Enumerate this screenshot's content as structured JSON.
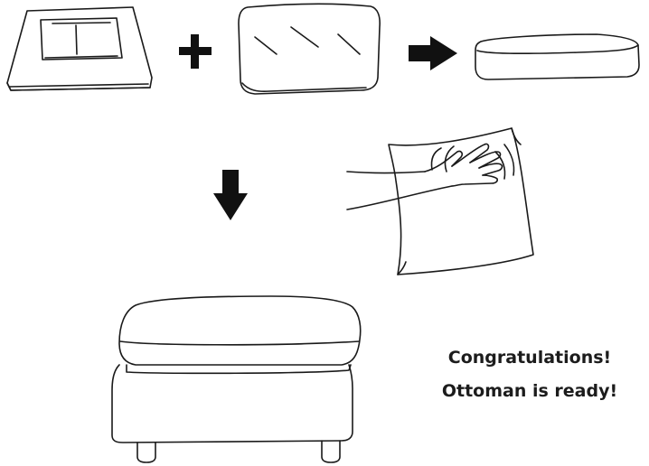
{
  "caption": {
    "line1": "Congratulations!",
    "line2": "Ottoman is ready!"
  },
  "illustrations": {
    "step1_items": [
      "cushion-cover",
      "foam-insert"
    ],
    "step1_result": "assembled-cushion",
    "step2": "hand-patting-cushion",
    "final": "ottoman"
  },
  "colors": {
    "line": "#1a1a1a",
    "background": "#ffffff"
  }
}
